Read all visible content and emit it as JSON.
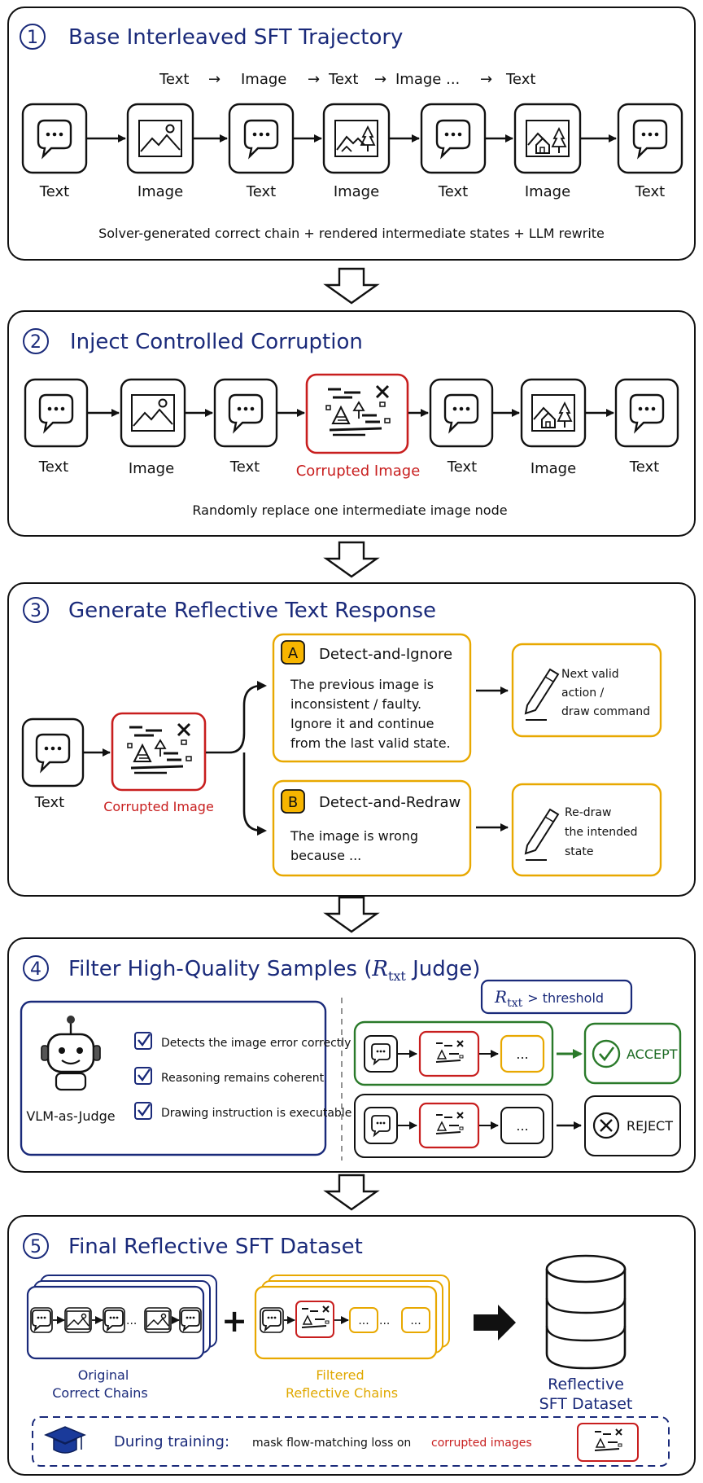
{
  "colors": {
    "navy": "#1a2a7a",
    "red": "#c81e1e",
    "gold": "#e8a800",
    "green": "#2a7a2a"
  },
  "s1": {
    "num": "1",
    "title": "Base Interleaved SFT Trajectory",
    "flow": [
      "Text",
      "→",
      "Image",
      "→",
      "Text",
      "→",
      "Image ...",
      "→",
      "Text"
    ],
    "nodes": [
      "Text",
      "Image",
      "Text",
      "Image",
      "Text",
      "Image",
      "Text"
    ],
    "caption": "Solver-generated correct chain + rendered intermediate states + LLM rewrite"
  },
  "s2": {
    "num": "2",
    "title": "Inject Controlled Corruption",
    "nodes": [
      "Text",
      "Image",
      "Text",
      "Corrupted Image",
      "Text",
      "Image",
      "Text"
    ],
    "caption": "Randomly replace one intermediate image node"
  },
  "s3": {
    "num": "3",
    "title": "Generate Reflective Text Response",
    "input_text": "Text",
    "input_corrupted": "Corrupted Image",
    "a": {
      "badge": "A",
      "title": "Detect-and-Ignore",
      "lines": [
        "The previous image is",
        "inconsistent / faulty.",
        "Ignore it and continue",
        "from the last valid state."
      ],
      "out": [
        "Next valid",
        "action /",
        "draw command"
      ]
    },
    "b": {
      "badge": "B",
      "title": "Detect-and-Redraw",
      "lines": [
        "The image is wrong",
        "because ..."
      ],
      "out": [
        "Re-draw",
        "the intended",
        "state"
      ]
    }
  },
  "s4": {
    "num": "4",
    "title_pre": "Filter High-Quality Samples (",
    "title_r": "R",
    "title_sub": "txt",
    "title_post": " Judge)",
    "judge": "VLM-as-Judge",
    "checks": [
      "Detects the image error correctly",
      "Reasoning remains coherent",
      "Drawing instruction is executable"
    ],
    "thr_r": "R",
    "thr_sub": "txt",
    "thr_post": "> threshold",
    "ellipsis": "...",
    "accept": "ACCEPT",
    "reject": "REJECT"
  },
  "s5": {
    "num": "5",
    "title": "Final Reflective SFT Dataset",
    "plus": "+",
    "orig": [
      "Original",
      "Correct Chains"
    ],
    "filt": [
      "Filtered",
      "Reflective Chains"
    ],
    "dataset": [
      "Reflective",
      "SFT Dataset"
    ],
    "ellipsis": "...",
    "training_label": "During training:",
    "training_text": "mask flow-matching loss on",
    "training_red": "corrupted images"
  }
}
